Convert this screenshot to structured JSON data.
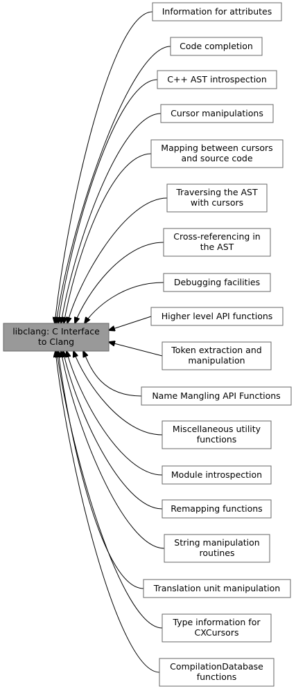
{
  "center": {
    "label_line1": "libclang: C Interface",
    "label_line2": "to Clang"
  },
  "modules": [
    {
      "line1": "Information for attributes",
      "line2": ""
    },
    {
      "line1": "Code completion",
      "line2": ""
    },
    {
      "line1": "C++ AST introspection",
      "line2": ""
    },
    {
      "line1": "Cursor manipulations",
      "line2": ""
    },
    {
      "line1": "Mapping between cursors",
      "line2": "and source code"
    },
    {
      "line1": "Traversing the AST",
      "line2": "with cursors"
    },
    {
      "line1": "Cross-referencing in",
      "line2": "the AST"
    },
    {
      "line1": "Debugging facilities",
      "line2": ""
    },
    {
      "line1": "Higher level API functions",
      "line2": ""
    },
    {
      "line1": "Token extraction and",
      "line2": "manipulation"
    },
    {
      "line1": "Name Mangling API Functions",
      "line2": ""
    },
    {
      "line1": "Miscellaneous utility",
      "line2": "functions"
    },
    {
      "line1": "Module introspection",
      "line2": ""
    },
    {
      "line1": "Remapping functions",
      "line2": ""
    },
    {
      "line1": "String manipulation",
      "line2": "routines"
    },
    {
      "line1": "Translation unit manipulation",
      "line2": ""
    },
    {
      "line1": "Type information for",
      "line2": "CXCursors"
    },
    {
      "line1": "CompilationDatabase",
      "line2": "functions"
    }
  ]
}
